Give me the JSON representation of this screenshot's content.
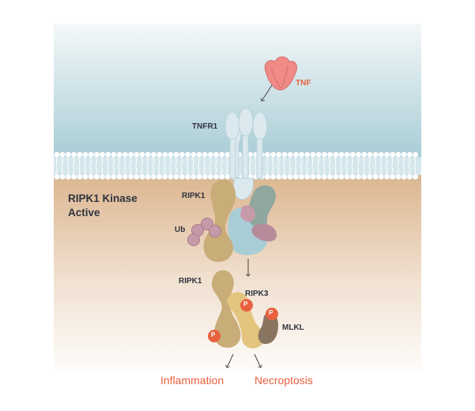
{
  "labels": {
    "ligand": "TNF",
    "receptor": "TNFR1",
    "kinase_state_line1": "RIPK1 Kinase",
    "kinase_state_line2": "Active",
    "ripk1_top": "RIPK1",
    "ubiquitin": "Ub",
    "ripk1_bottom": "RIPK1",
    "ripk3": "RIPK3",
    "mlkl": "MLKL",
    "phospho": "P"
  },
  "outcomes": {
    "left": "Inflammation",
    "right": "Necroptosis"
  },
  "colors": {
    "extracellular_top": "#eef4f6",
    "extracellular_bottom": "#a9cdd6",
    "cytoplasm_top": "#ddb894",
    "cytoplasm_bottom": "#fdfaf6",
    "membrane_head": "#ffffff",
    "membrane_lipid": "#cde3ea",
    "tnf": "#ef8a86",
    "tnfr1": "#d9e8ef",
    "ripk1": "#c9ad78",
    "ubiquitin": "#c79aa9",
    "adapter_blue": "#a9cdd6",
    "adapter_gray": "#8fa79f",
    "ripk3": "#e3c57e",
    "mlkl": "#8a7560",
    "phospho": "#e8613f",
    "outcome_text": "#e8613f",
    "label_text": "#2f3440"
  }
}
